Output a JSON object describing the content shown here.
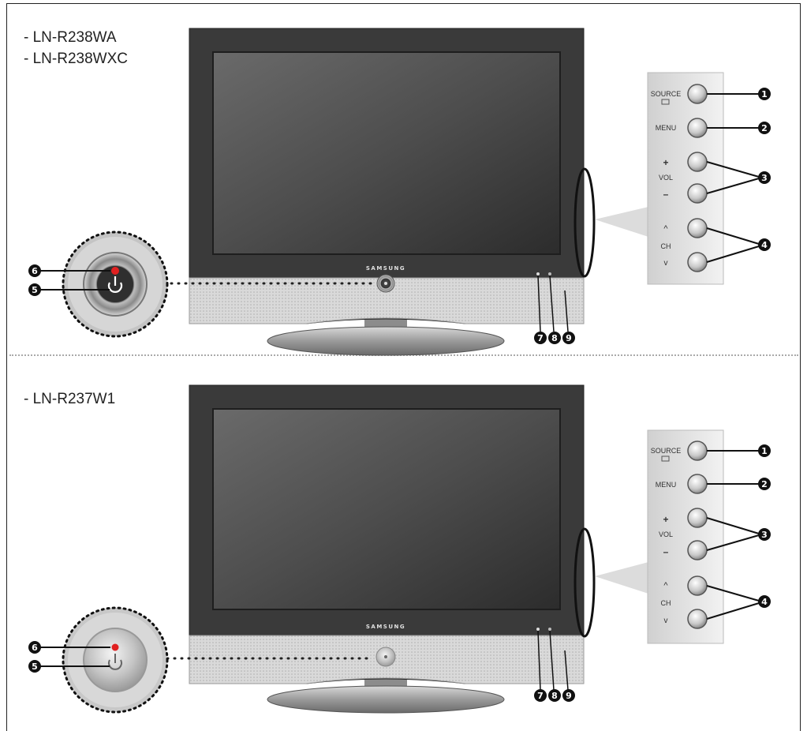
{
  "sections": [
    {
      "models": [
        "- LN-R238WA",
        "- LN-R238WXC"
      ],
      "brand": "SAMSUNG"
    },
    {
      "models": [
        "- LN-R237W1"
      ],
      "brand": "SAMSUNG"
    }
  ],
  "panel": {
    "source": "SOURCE",
    "menu": "MENU",
    "plus": "+",
    "vol": "VOL",
    "minus": "–",
    "ch_up": "^",
    "ch": "CH",
    "ch_down": "v"
  },
  "callouts": {
    "source": "1",
    "menu": "2",
    "volume": "3",
    "channel": "4",
    "power": "5",
    "indicator": "6",
    "remote_sensor": "7",
    "light_sensor": "8",
    "speaker": "9"
  },
  "colors": {
    "indicator_red": "#e02020",
    "bezel": "#3a3a3a",
    "screen": "#4a4a4a",
    "panel_bg": "#e8e8e8"
  }
}
